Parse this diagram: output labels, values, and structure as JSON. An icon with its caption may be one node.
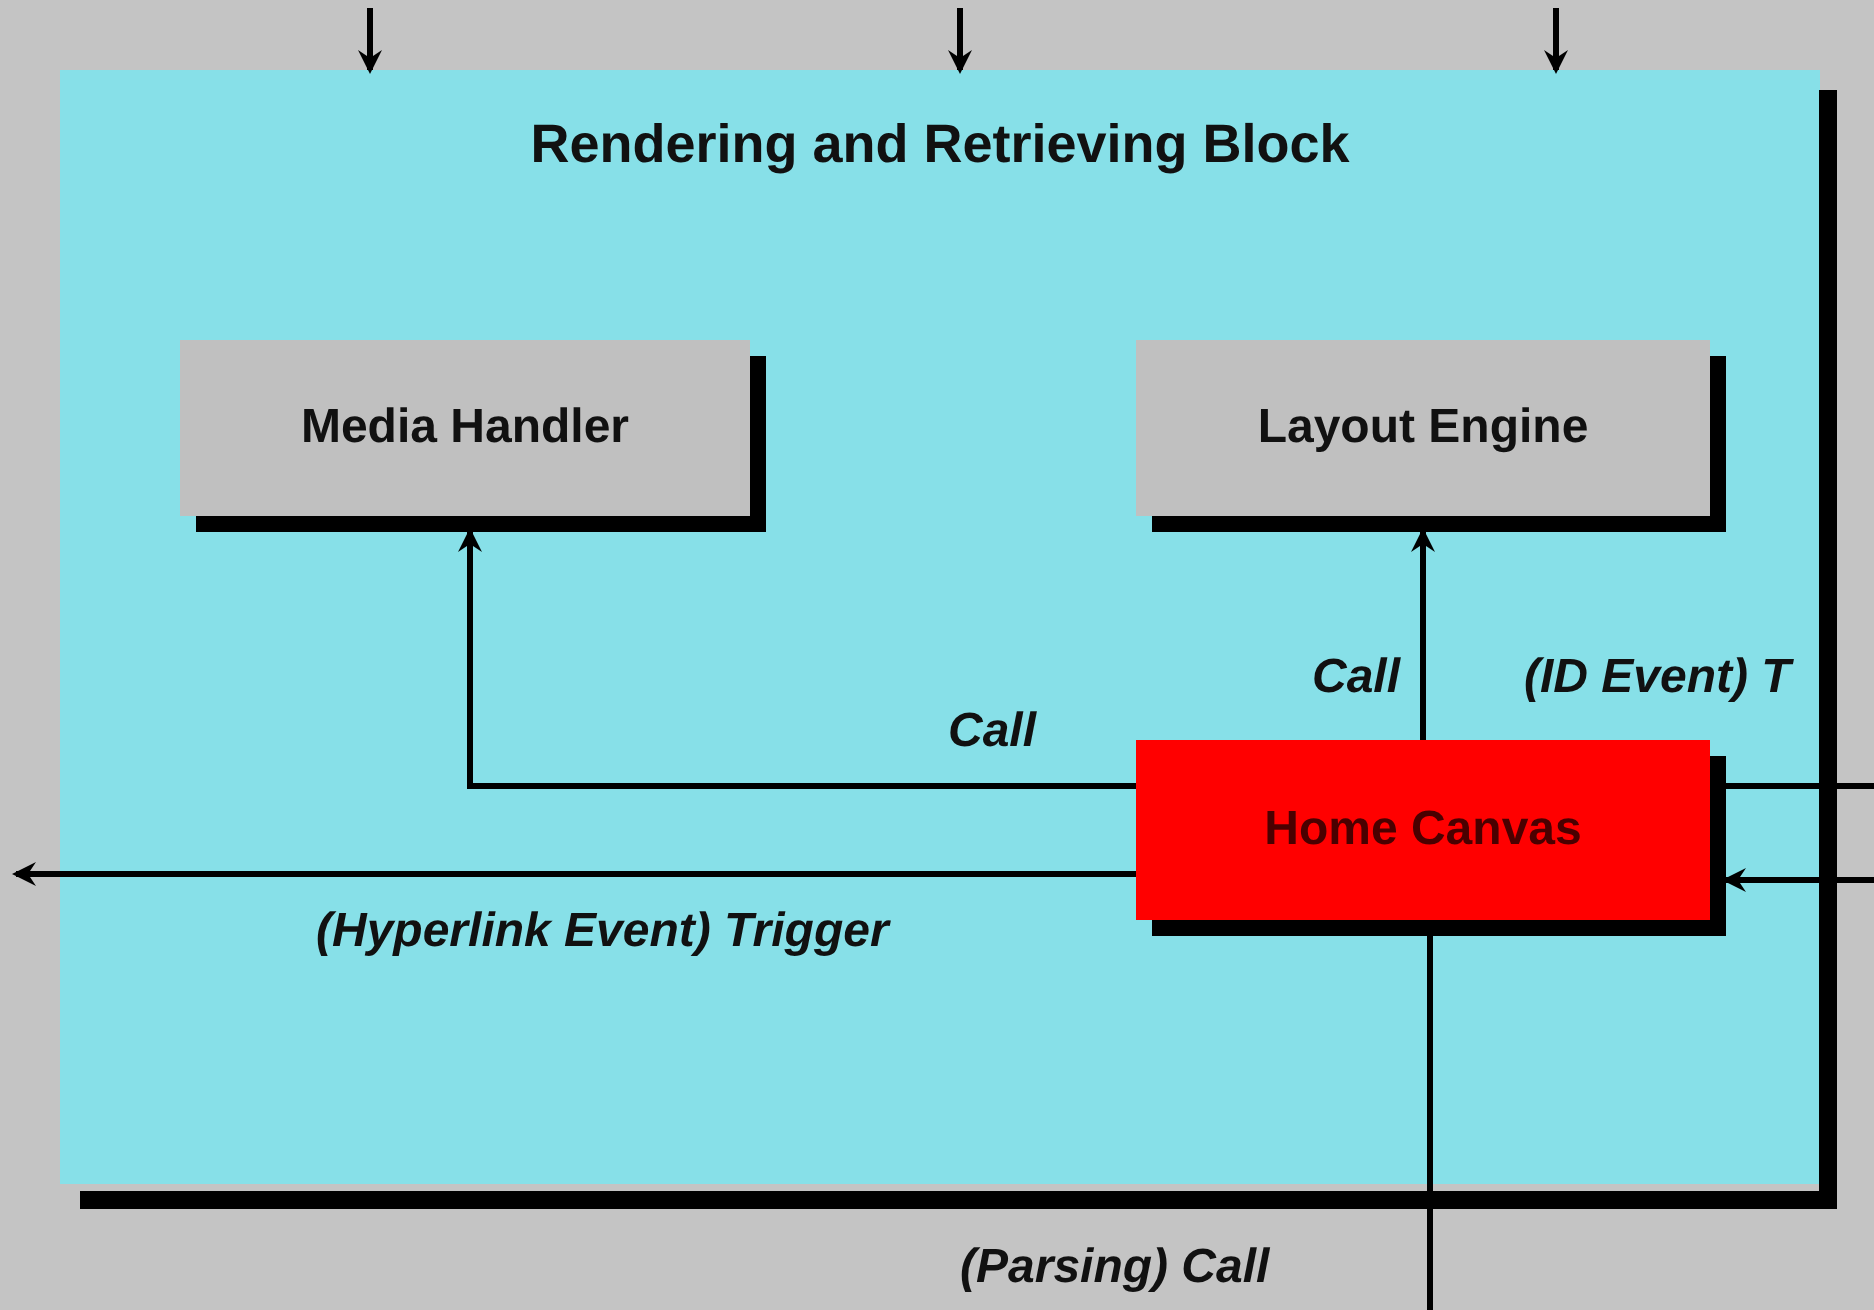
{
  "diagram": {
    "nodes": [
      {
        "text": [
          "Rendering and Retrieving Block"
        ]
      },
      {
        "text": [
          "Media Handler"
        ],
        "in": 0
      },
      {
        "text": [
          "Layout Engine"
        ],
        "in": 0
      },
      {
        "text": [
          "Home Canvas"
        ],
        "in": 0
      }
    ],
    "edges": [
      {
        "from": null,
        "to": 0,
        "arrow": "to"
      },
      {
        "from": null,
        "to": 0,
        "arrow": "to"
      },
      {
        "from": null,
        "to": 0,
        "arrow": "to"
      },
      {
        "from": 3,
        "to": 1,
        "label": "Call",
        "arrow": "to"
      },
      {
        "from": 3,
        "to": 2,
        "label": "Call",
        "arrow": "to"
      },
      {
        "from": 3,
        "to": null,
        "label": "(ID Event) T",
        "arrow": "none"
      },
      {
        "from": null,
        "to": 3,
        "arrow": "to"
      },
      {
        "from": 3,
        "to": null,
        "label": "(Hyperlink Event) Trigger",
        "arrow": "to"
      },
      {
        "from": 3,
        "to": null,
        "label": "(Parsing) Call",
        "arrow": "none"
      }
    ]
  }
}
